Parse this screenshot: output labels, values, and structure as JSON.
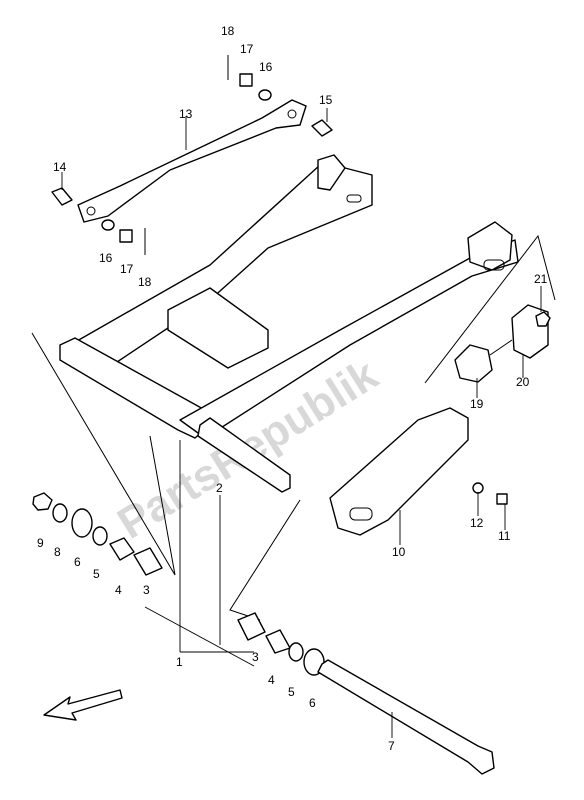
{
  "watermark": "PartsRepublik",
  "labels": [
    {
      "id": "p1",
      "text": "1"
    },
    {
      "id": "p2",
      "text": "2"
    },
    {
      "id": "p3a",
      "text": "3"
    },
    {
      "id": "p3b",
      "text": "3"
    },
    {
      "id": "p4a",
      "text": "4"
    },
    {
      "id": "p4b",
      "text": "4"
    },
    {
      "id": "p5a",
      "text": "5"
    },
    {
      "id": "p5b",
      "text": "5"
    },
    {
      "id": "p6a",
      "text": "6"
    },
    {
      "id": "p6b",
      "text": "6"
    },
    {
      "id": "p7",
      "text": "7"
    },
    {
      "id": "p8",
      "text": "8"
    },
    {
      "id": "p9",
      "text": "9"
    },
    {
      "id": "p10",
      "text": "10"
    },
    {
      "id": "p11",
      "text": "11"
    },
    {
      "id": "p12",
      "text": "12"
    },
    {
      "id": "p13",
      "text": "13"
    },
    {
      "id": "p14",
      "text": "14"
    },
    {
      "id": "p15",
      "text": "15"
    },
    {
      "id": "p16a",
      "text": "16"
    },
    {
      "id": "p16b",
      "text": "16"
    },
    {
      "id": "p17a",
      "text": "17"
    },
    {
      "id": "p17b",
      "text": "17"
    },
    {
      "id": "p18a",
      "text": "18"
    },
    {
      "id": "p18b",
      "text": "18"
    },
    {
      "id": "p19",
      "text": "19"
    },
    {
      "id": "p20",
      "text": "20"
    },
    {
      "id": "p21",
      "text": "21"
    }
  ]
}
